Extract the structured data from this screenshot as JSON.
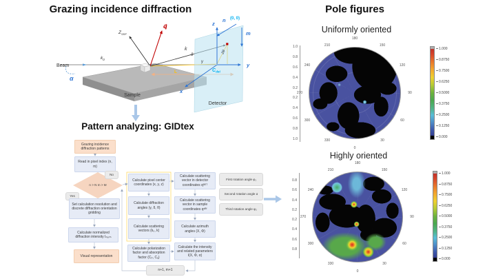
{
  "titles": {
    "gid": "Grazing incidence diffraction",
    "pole": "Pole figures",
    "pattern": "Pattern analyzing: GIDtex"
  },
  "diagram": {
    "beam": "Beam",
    "sample": "Sample",
    "detector": "Detector",
    "alpha": "α",
    "k0_base": "k",
    "k0_sub": "0",
    "k": "k",
    "q": "q⃗",
    "zsrf_base": "Z",
    "zsrf_sub": "SRF",
    "delta": "δ",
    "gamma": "γ",
    "two_theta": "2θ",
    "L": "L",
    "x": "x",
    "y": "y",
    "z": "z",
    "n": "n",
    "m": "m",
    "origin": "(0, 0)",
    "cdet_base": "C",
    "cdet_sub": "det"
  },
  "flowchart": {
    "start": "Grazing incidence diffraction patterns",
    "read": "Read in pixel index (n, m)",
    "decision": "n > N m > M",
    "no": "No",
    "yes": "Yes",
    "set_res": "Set calculation resolution and discrete diffraction orientation gridding",
    "normalize": "Calculate normalized diffraction intensity Iₙₒᵣₘ",
    "visual": "Visual representation",
    "m1": "Calculate pixel center coordinates (x, y, z)",
    "m2": "Calculate diffraction angles (γ, δ, θ)",
    "m3": "Calculate scattering vectors (k₀, k)",
    "m4": "Calculate polarization factor and absorption factor (Cₚ, Cₐ)",
    "r1": "Calculate scattering vector in detector coordinates qᴰᴱᵀ",
    "r2": "Calculate scattering vector in sample coordinates qˢᴿᶠ",
    "r3": "Calculate azimuth angles (Χ, Φ)",
    "r4": "Calculate the intensity and related parameters I(Χ, Φ, α)",
    "g1": "First rotation angle φ₁",
    "g2": "Second rotation angle α",
    "g3": "Third rotation angle φ₂",
    "loop": "n+1, m+1"
  },
  "pole_angles": [
    "0",
    "30",
    "60",
    "90",
    "120",
    "150",
    "180",
    "210",
    "240",
    "270",
    "300",
    "330"
  ],
  "pole1": {
    "subtitle": "Uniformly oriented",
    "radial_ticks": [
      "1.0",
      "0.8",
      "0.6",
      "0.4",
      "0.2",
      "0.2",
      "0.4",
      "0.6",
      "0.8",
      "1.0"
    ],
    "colorbar_ticks": [
      "1.000",
      "0.8750",
      "0.7500",
      "0.6250",
      "0.5000",
      "0.3750",
      "0.2500",
      "0.1250",
      "0.000"
    ]
  },
  "pole2": {
    "subtitle": "Highly oriented",
    "radial_ticks": [
      "0.8",
      "0.6",
      "0.4",
      "0.2",
      "0.2",
      "0.4",
      "0.6",
      "0.8"
    ],
    "colorbar_ticks": [
      "1.000",
      "0.8750",
      "0.7500",
      "0.6250",
      "0.5000",
      "0.3750",
      "0.2500",
      "0.1250",
      "0.000"
    ]
  }
}
